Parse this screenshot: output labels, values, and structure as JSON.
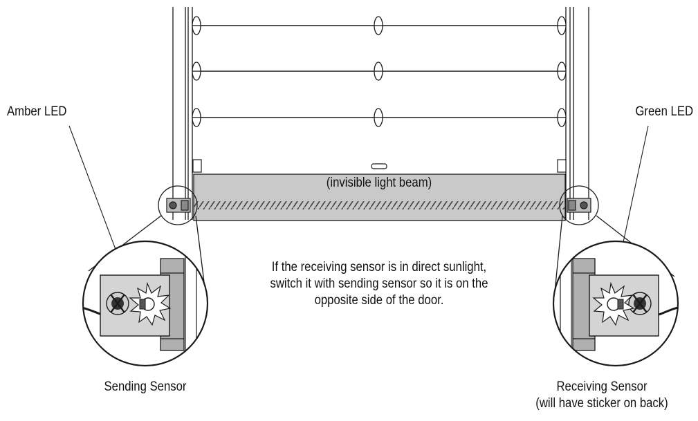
{
  "labels": {
    "amber_led": "Amber LED",
    "green_led": "Green LED",
    "beam": "(invisible light beam)",
    "note_line1": "If the receiving sensor is in direct sunlight,",
    "note_line2": "switch it with sending sensor so it is on the",
    "note_line3": "opposite side of the door.",
    "sending_sensor": "Sending Sensor",
    "receiving_sensor": "Receiving Sensor",
    "receiving_note": "(will have sticker on back)"
  },
  "colors": {
    "line": "#1a1a1a",
    "beam_fill": "#c9c9c9",
    "bracket_fill": "#b0b0b0",
    "sensor_fill": "#d4d4d4",
    "led_glow": "#ffffff"
  },
  "icons": {
    "sending": "sensor-icon",
    "receiving": "sensor-icon",
    "led_burst": "led-burst-icon"
  }
}
